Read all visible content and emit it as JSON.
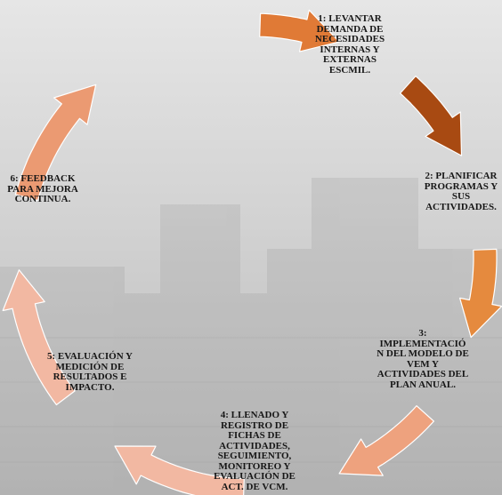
{
  "steps": [
    {
      "label": "1: LEVANTAR DEMANDA DE NECESIDADES INTERNAS Y EXTERNAS ESCMIL."
    },
    {
      "label": "2: PLANIFICAR PROGRAMAS Y SUS ACTIVIDADES."
    },
    {
      "label": "3: IMPLEMENTACIÓN DEL MODELO DE VeM Y ACTIVIDADES DEL PLAN ANUAL."
    },
    {
      "label": "4: LLENADO Y REGISTRO DE FICHAS DE ACTIVIDADES, SEGUIMIENTO, MONITOREO Y EVALUACIÓN DE ACT. DE VcM."
    },
    {
      "label": "5: EVALUACIÓN Y MEDICIÓN DE RESULTADOS E IMPACTO."
    },
    {
      "label": "6: FEEDBACK PARA MEJORA CONTINUA."
    }
  ],
  "colors": {
    "background": "#d9d9d9",
    "arrow_1": "#e07a36",
    "arrow_2": "#a84a12",
    "arrow_3": "#e58a3e",
    "arrow_4": "#eea27e",
    "arrow_5": "#f2b8a2",
    "arrow_6": "#eb9a72",
    "text": "#161616"
  },
  "icons": [
    "curved-arrow-icon"
  ]
}
